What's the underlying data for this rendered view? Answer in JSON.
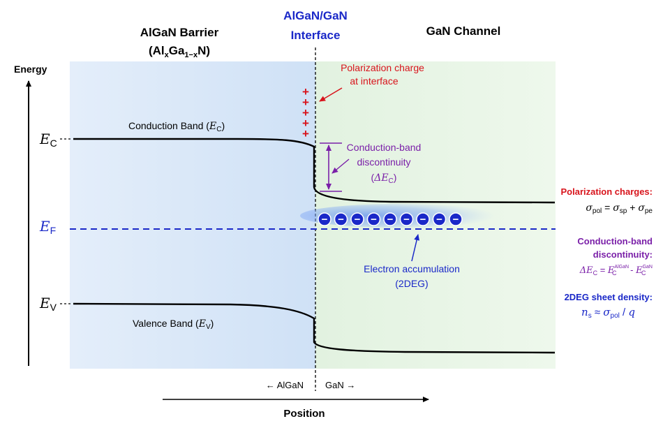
{
  "regions": {
    "barrier_title_line1": "AlGaN Barrier",
    "barrier_formula": {
      "a": "Al",
      "x": "x",
      "b": "Ga",
      "sub": "1−x",
      "c": "N"
    },
    "interface_title_line1": "AlGaN/GaN",
    "interface_title_line2": "Interface",
    "channel_title": "GaN Channel"
  },
  "axes": {
    "energy_label": "Energy",
    "position_label": "Position",
    "algan_dir": "← AlGaN",
    "gan_dir": "GaN →"
  },
  "levels": {
    "ec": {
      "sym": "E",
      "sub": "C"
    },
    "ef": {
      "sym": "E",
      "sub": "F"
    },
    "ev": {
      "sym": "E",
      "sub": "V"
    }
  },
  "bands": {
    "conduction_label": "Conduction Band (",
    "conduction_sym": "E",
    "conduction_sub": "C",
    "valence_label": "Valence Band (",
    "valence_sym": "E",
    "valence_sub": "V",
    "close_paren": ")"
  },
  "annotations": {
    "polarization_line1": "Polarization charge",
    "polarization_line2": "at interface",
    "plus_sign": "+",
    "plus_count": 5,
    "discontinuity_line1": "Conduction-band",
    "discontinuity_line2": "discontinuity",
    "discontinuity_sym": "ΔE",
    "discontinuity_sub": "C",
    "electron_line1": "Electron accumulation",
    "electron_line2": "(2DEG)",
    "electron_sign": "−",
    "electron_count": 9
  },
  "legend": {
    "pol_title": "Polarization charges:",
    "pol_eq": {
      "sym": "σ",
      "sub_pol": "pol",
      "eq": " = ",
      "sub_sp": "sp",
      "plus": " + ",
      "sub_pe": "pe"
    },
    "disc_title_line1": "Conduction-band",
    "disc_title_line2": "discontinuity:",
    "disc_eq": {
      "lhs": "ΔE",
      "lhs_sub": "C",
      "eq": " = ",
      "e": "E",
      "sup1": "AlGaN",
      "sub1": "C",
      "minus": " - ",
      "sup2": "GaN",
      "sub2": "C"
    },
    "density_title": "2DEG sheet density:",
    "density_eq": {
      "n": "n",
      "n_sub": "s",
      "approx": " ≈ ",
      "sigma": "σ",
      "sigma_sub": "pol",
      "div": " / ",
      "q": "q"
    }
  },
  "colors": {
    "red": "#d8141c",
    "purple": "#7a1fa8",
    "blue": "#1a28c8",
    "black": "#000000",
    "barrier_fill": "#d6e6f8",
    "channel_fill": "#e6f4e4"
  }
}
